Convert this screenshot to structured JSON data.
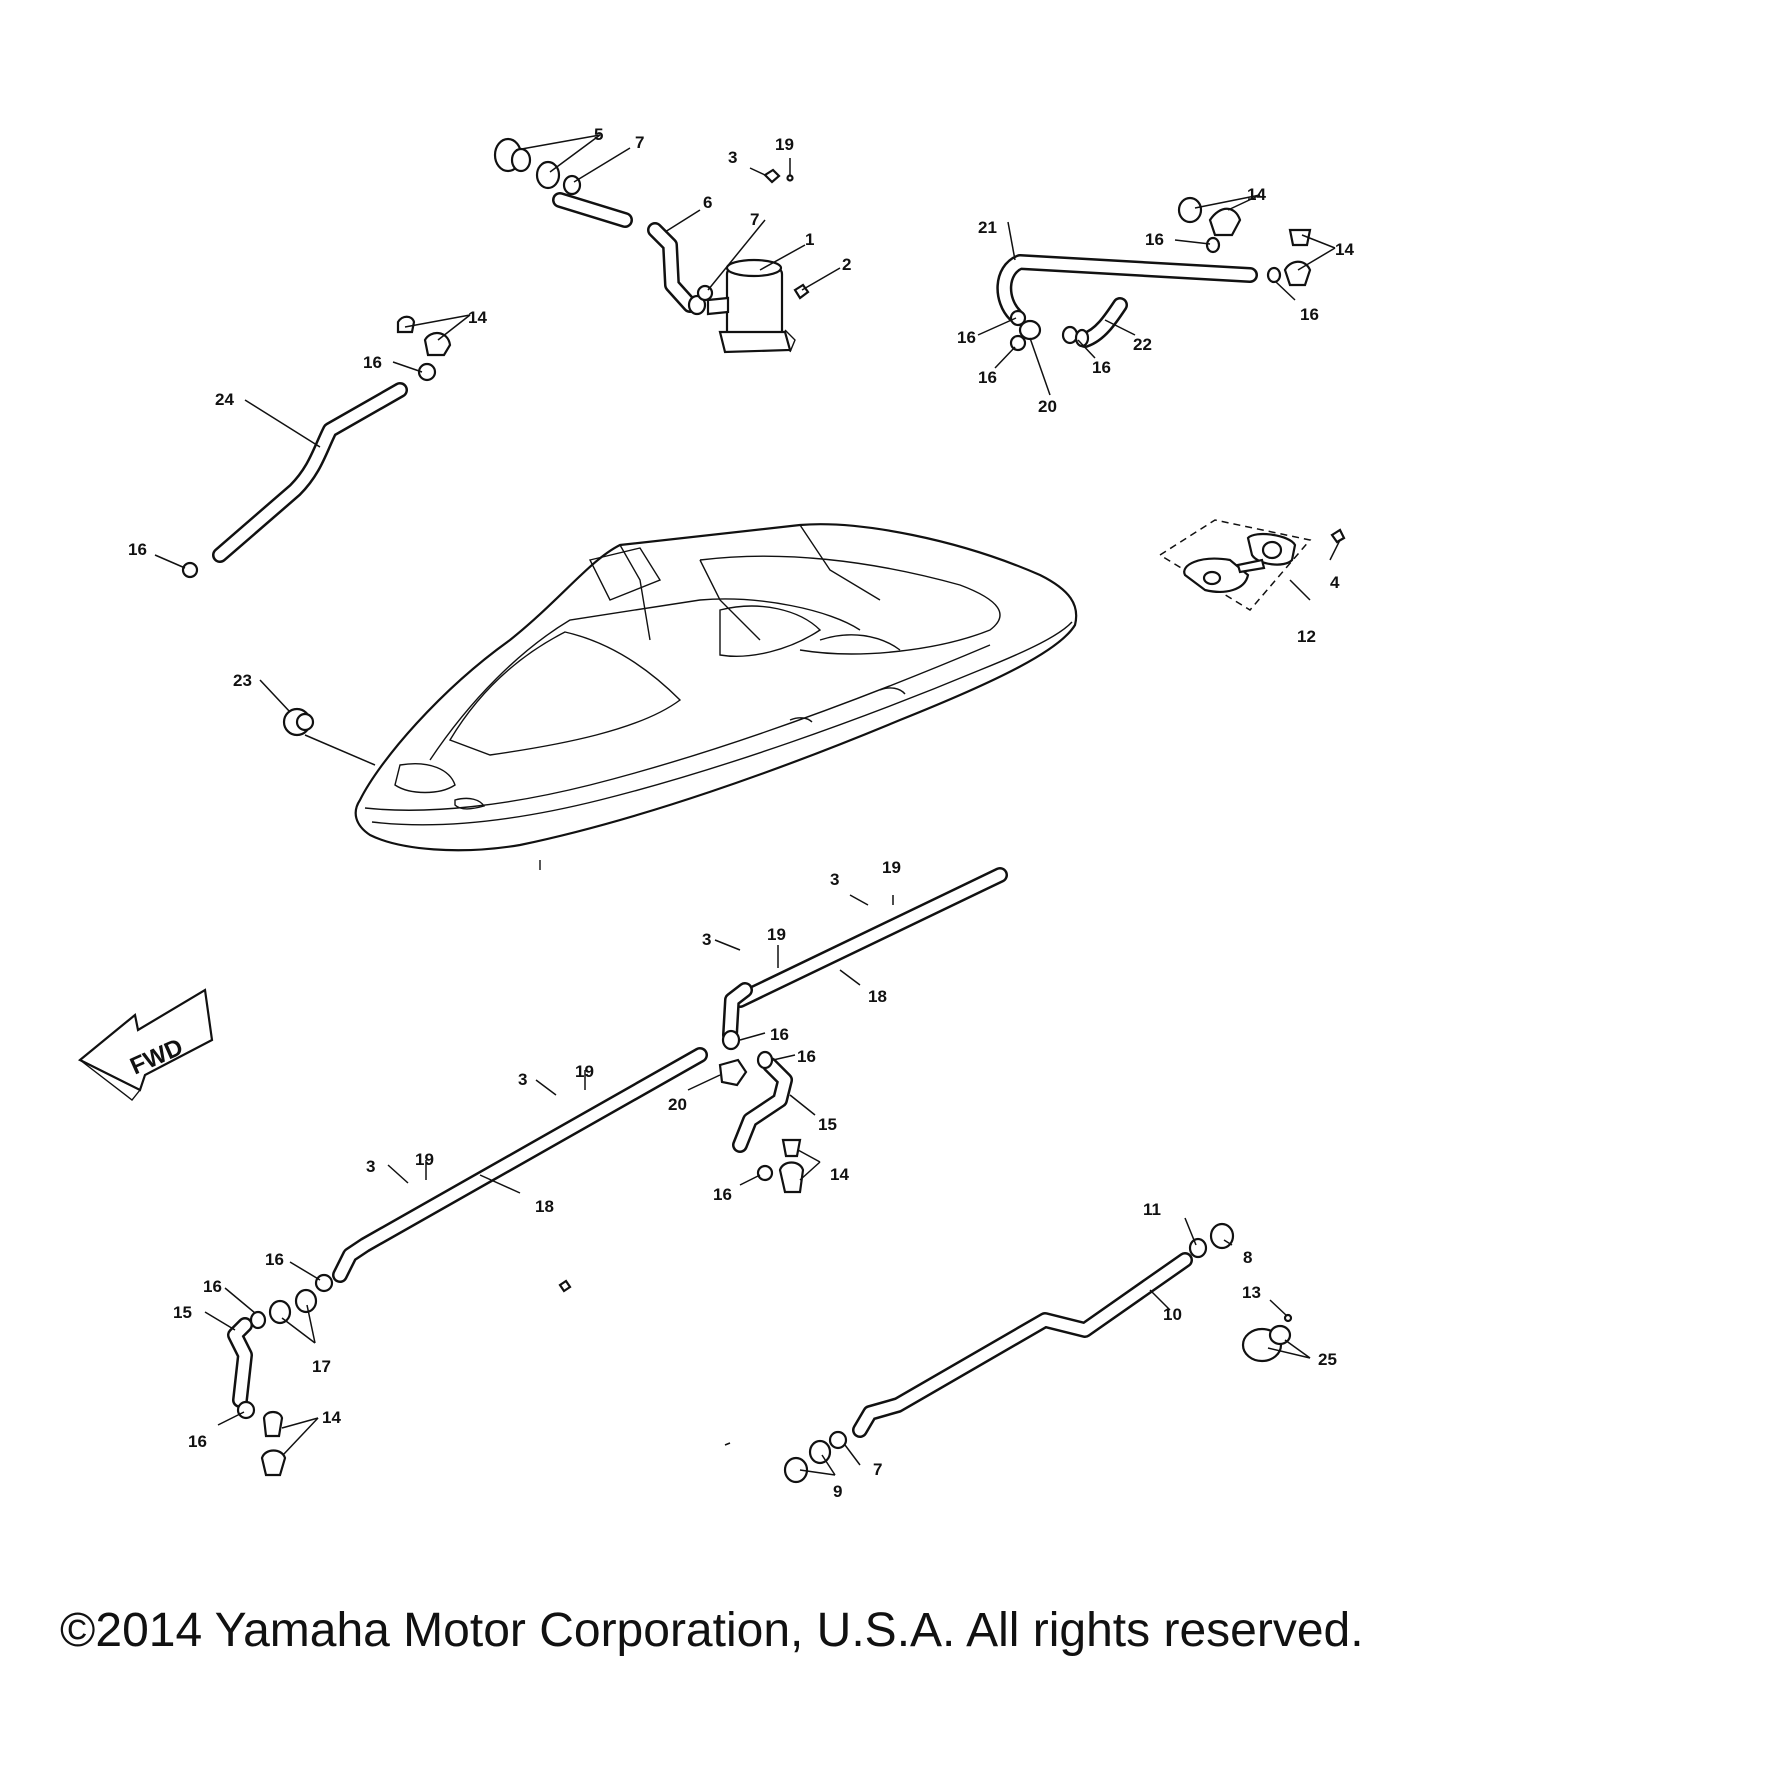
{
  "copyright": "©2014 Yamaha Motor Corporation, U.S.A. All rights reserved.",
  "fwd_label": "FWD",
  "callouts": {
    "c1": "1",
    "c2": "2",
    "c3a": "3",
    "c3b": "3",
    "c3c": "3",
    "c3d": "3",
    "c3e": "3",
    "c4": "4",
    "c5": "5",
    "c6": "6",
    "c7a": "7",
    "c7b": "7",
    "c7c": "7",
    "c8": "8",
    "c9": "9",
    "c10": "10",
    "c11": "11",
    "c12": "12",
    "c13": "13",
    "c14a": "14",
    "c14b": "14",
    "c14c": "14",
    "c14d": "14",
    "c14e": "14",
    "c15a": "15",
    "c15b": "15",
    "c16a": "16",
    "c16b": "16",
    "c16c": "16",
    "c16d": "16",
    "c16e": "16",
    "c16f": "16",
    "c16g": "16",
    "c16h": "16",
    "c16i": "16",
    "c16j": "16",
    "c16k": "16",
    "c16l": "16",
    "c16m": "16",
    "c17": "17",
    "c18a": "18",
    "c18b": "18",
    "c19a": "19",
    "c19b": "19",
    "c19c": "19",
    "c19d": "19",
    "c19e": "19",
    "c20a": "20",
    "c20b": "20",
    "c21": "21",
    "c22": "22",
    "c23": "23",
    "c24": "24",
    "c25": "25"
  }
}
